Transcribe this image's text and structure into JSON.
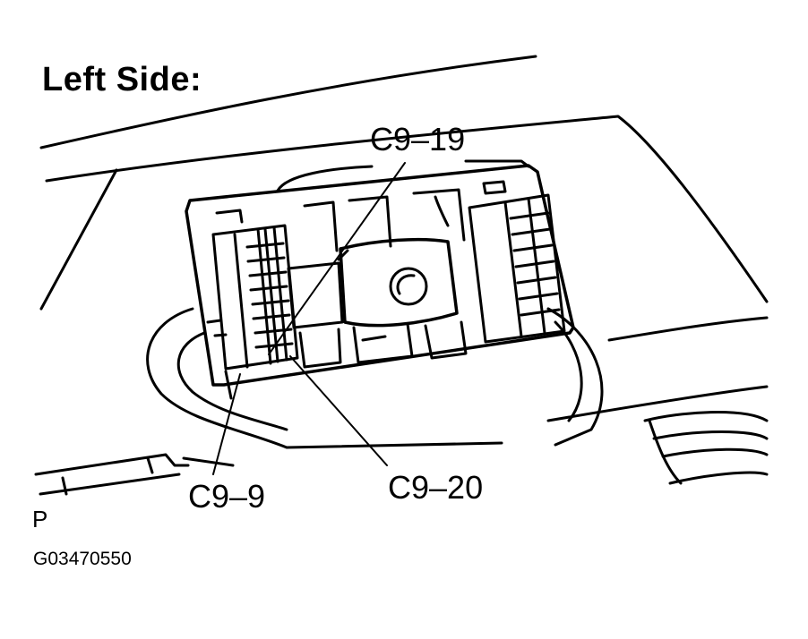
{
  "title": "Left Side:",
  "callouts": {
    "c9_19": "C9–19",
    "c9_9": "C9–9",
    "c9_20": "C9–20"
  },
  "view_marker": "P",
  "figure_id": "G03470550"
}
